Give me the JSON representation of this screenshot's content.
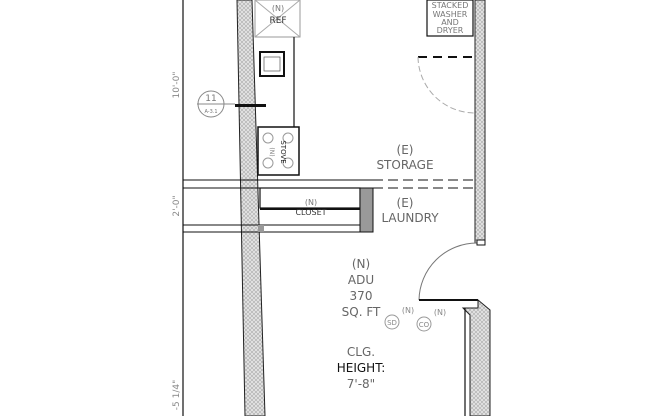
{
  "dimensions": {
    "d1": "10'-0\"",
    "d2": "2'-0\"",
    "d3": "-5 1/4\""
  },
  "fixtures": {
    "refrigerator": {
      "tag": "(N)",
      "label": "REF"
    },
    "washer_dryer": {
      "line1": "STACKED",
      "line2": "WASHER",
      "line3": "AND",
      "line4": "DRYER"
    },
    "range": {
      "tag": "(N)",
      "label": "STOVE"
    },
    "closet": {
      "tag": "(N)",
      "label": "CLOSET"
    }
  },
  "detail_callout": {
    "number": "11",
    "sheet": "A-3.1"
  },
  "rooms": {
    "storage": {
      "tag": "(E)",
      "name": "STORAGE"
    },
    "laundry": {
      "tag": "(E)",
      "name": "LAUNDRY"
    },
    "adu": {
      "tag": "(N)",
      "name": "ADU",
      "area": "370",
      "unit": "SQ. FT",
      "ceiling_label": "CLG.",
      "height_label": "HEIGHT:",
      "height": "7'-8\""
    }
  },
  "symbols": {
    "smoke": {
      "label": "SD",
      "tag": "(N)"
    },
    "co": {
      "label": "CO",
      "tag": "(N)"
    }
  },
  "colors": {
    "line": "#111111",
    "text": "#666666",
    "wall_fill": "#cfcfcf"
  }
}
